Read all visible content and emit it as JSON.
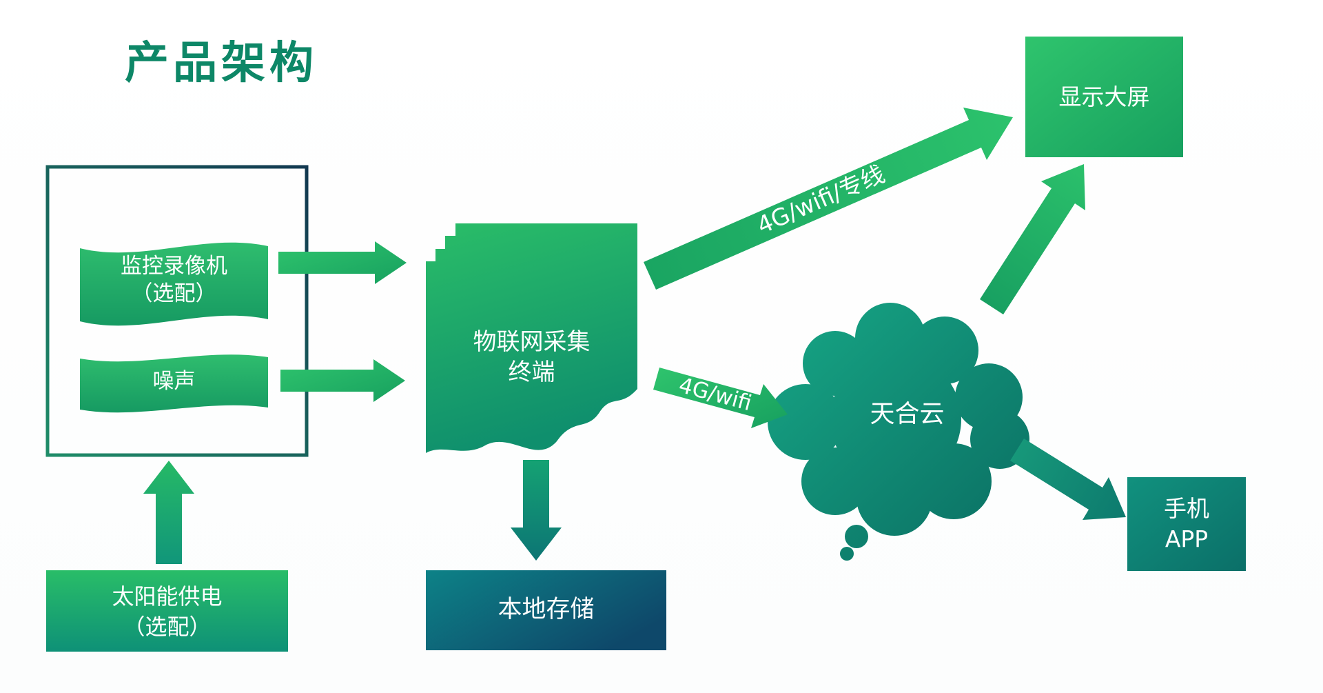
{
  "title": "产品架构",
  "nodes": {
    "camera": {
      "line1": "监控录像机",
      "line2": "（选配）"
    },
    "noise": {
      "label": "噪声"
    },
    "iot_terminal": {
      "line1": "物联网采集",
      "line2": "终端"
    },
    "display_screen": {
      "label": "显示大屏"
    },
    "cloud": {
      "label": "天合云"
    },
    "mobile_app": {
      "line1": "手机",
      "line2": "APP"
    },
    "local_storage": {
      "label": "本地存储"
    },
    "solar_power": {
      "line1": "太阳能供电",
      "line2": "（选配）"
    }
  },
  "edges": {
    "iot_to_display": {
      "label": "4G/wifi/专线"
    },
    "iot_to_cloud": {
      "label": "4G/wifi"
    }
  },
  "colors": {
    "bright_green": "#2abd68",
    "green": "#17a05f",
    "teal": "#0f8c7a",
    "cloud_teal": "#0d8070",
    "dark_navy_teal": "#0e486a",
    "outline_navy": "#123850",
    "title_green": "#0d8767",
    "label_text": "#ffffff"
  }
}
